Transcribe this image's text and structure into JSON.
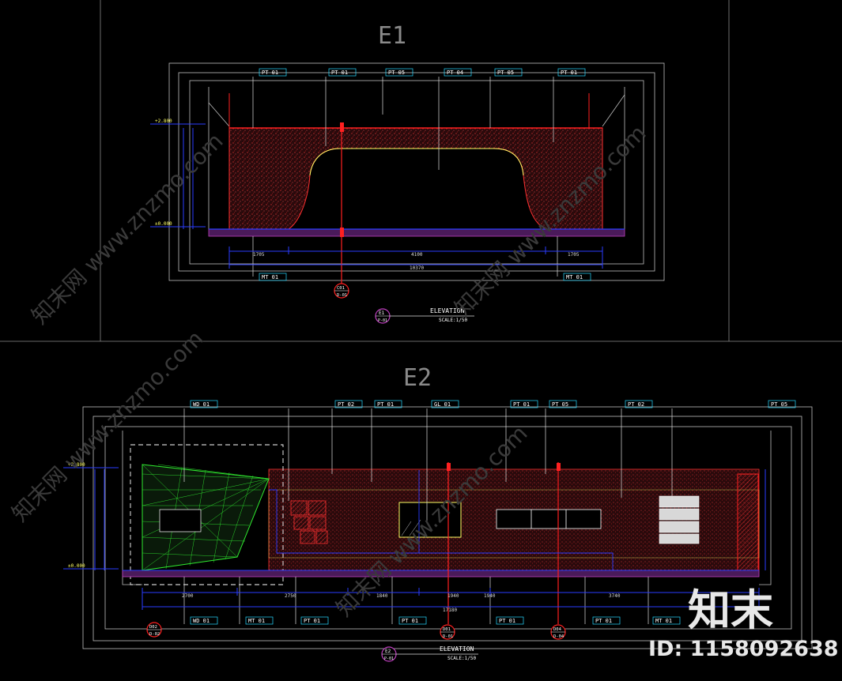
{
  "colors": {
    "bg": "#000000",
    "frame": "#9a9a9a",
    "wall_fill": "#3a0d10",
    "dots": "#ff3a3a",
    "red": "#ff2020",
    "cyan": "#26d9ff",
    "yellow": "#ffff66",
    "blue": "#2a3cff",
    "magenta": "#c040c0",
    "green": "#2fe82f"
  },
  "e1": {
    "title": "E1",
    "tags": [
      "PT 01",
      "PT 01",
      "PT 05",
      "PT 04",
      "PT 05",
      "PT 01"
    ],
    "bottom_tags": [
      "MT 01",
      "MT 01"
    ],
    "dims": [
      "1705",
      "4100",
      "1705",
      "10370"
    ],
    "levels": [
      "+2.800",
      "±0.000"
    ],
    "section": {
      "top": "C01",
      "bottom": "D-01"
    },
    "label": "ELEVATION",
    "scale": "SCALE:1/50",
    "bubble": {
      "top": "E1",
      "bottom": "P-01"
    }
  },
  "e2": {
    "title": "E2",
    "tags": [
      "WD 01",
      "PT 02",
      "PT 01",
      "GL 01",
      "PT 01",
      "PT 05",
      "PT 02",
      "PT 05"
    ],
    "bottom_tags": [
      "WD 01",
      "MT 01",
      "PT 01",
      "PT 01",
      "PT 01",
      "PT 01",
      "MT 01"
    ],
    "dims": [
      "2700",
      "2750",
      "1840",
      "1940",
      "1940",
      "3740",
      "17180"
    ],
    "levels": [
      "+2.800",
      "±0.000"
    ],
    "sections": [
      {
        "top": "D02",
        "bottom": "D-02"
      },
      {
        "top": "D01",
        "bottom": "D-01"
      },
      {
        "top": "D04",
        "bottom": "D-04"
      }
    ],
    "label": "ELEVATION",
    "scale": "SCALE:1/50",
    "bubble": {
      "top": "E2",
      "bottom": "P-01"
    }
  },
  "watermarks": [
    "知末网 www.znzmo.com",
    "知末网 www.znzmo.com",
    "知末网 www.znzmo.com",
    "知末网 www.znzmo.com"
  ],
  "brand": {
    "logo": "知末",
    "id": "ID: 1158092638"
  }
}
